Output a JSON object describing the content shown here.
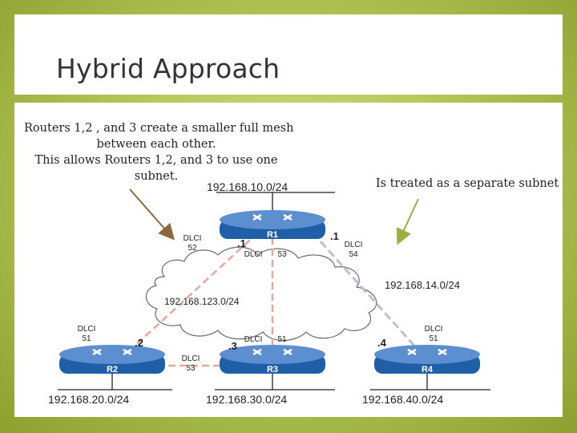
{
  "title": "Hybrid Approach",
  "captions": {
    "left_line1": "Routers 1,2 , and 3 create a smaller full mesh",
    "left_line2": "between each other.",
    "left_line3": "This allows Routers 1,2, and 3 to use one",
    "left_line4": "subnet.",
    "right": "Is treated as a separate subnet"
  },
  "diagram": {
    "routers": [
      {
        "id": "R1",
        "label": "R1"
      },
      {
        "id": "R2",
        "label": "R2"
      },
      {
        "id": "R3",
        "label": "R3"
      },
      {
        "id": "R4",
        "label": "R4"
      }
    ],
    "subnets": {
      "r1_lan": "192.168.10.0/24",
      "r2_lan": "192.168.20.0/24",
      "r3_lan": "192.168.30.0/24",
      "r4_lan": "192.168.40.0/24",
      "mesh": "192.168.123.0/24",
      "r1_r4": "192.168.14.0/24"
    },
    "dlci_word": "DLCI",
    "dlci": {
      "r1_to_r2": "52",
      "r1_to_r3": "53",
      "r1_to_r4": "54",
      "r2_to_r1": "51",
      "r2_to_r3": "53",
      "r3_to_r1": "51",
      "r4_to_r1": "51"
    },
    "host_ids": {
      "r1_mesh": ".1",
      "r1_r4": ".1",
      "r2": ".2",
      "r3": ".3",
      "r4": ".4"
    },
    "colors": {
      "router_fill": "#1f5fa8",
      "router_top": "#5b8fd0",
      "mesh_link": "#e8a898",
      "r4_link": "#b8bfd8",
      "lan_line": "#222222",
      "arrow": "#8a6a3a",
      "right_arrow": "#9ab040"
    }
  }
}
